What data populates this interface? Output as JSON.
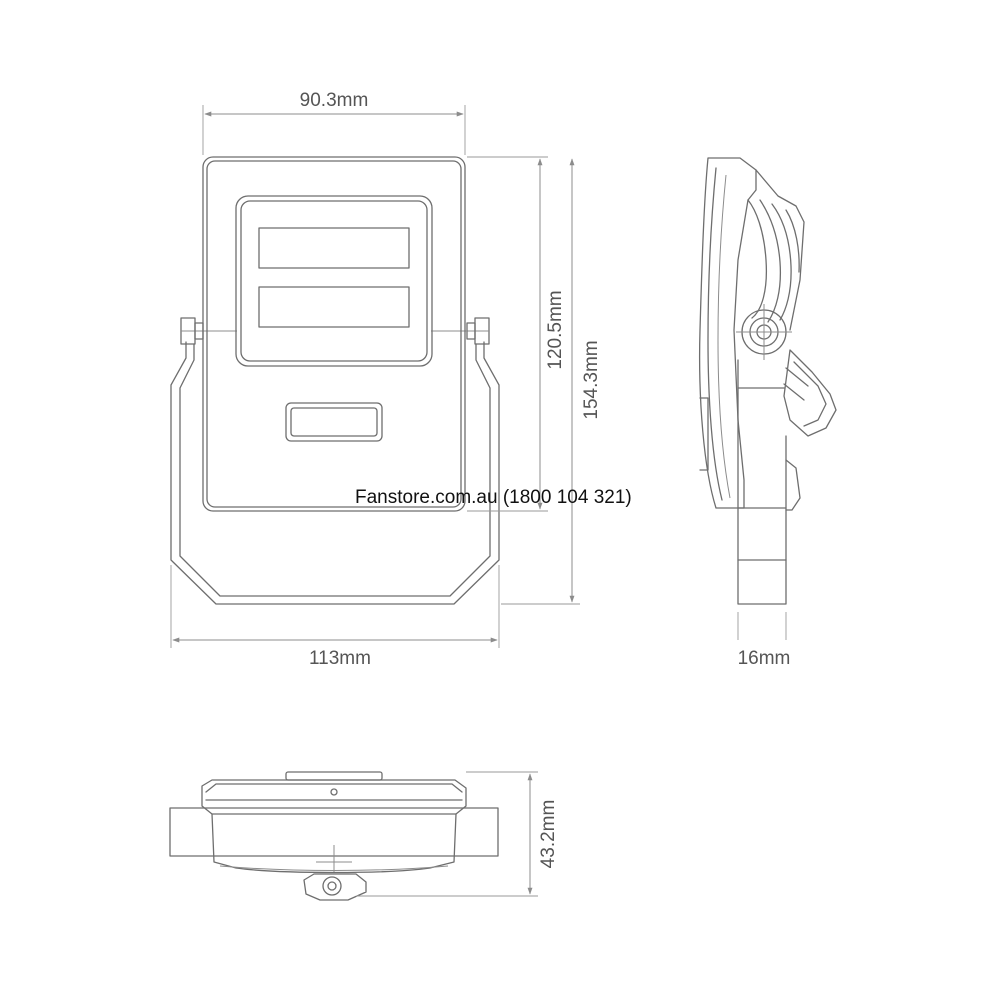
{
  "dimensions": {
    "front_width_top": "90.3mm",
    "front_width_bottom": "113mm",
    "front_height_body": "120.5mm",
    "front_height_total": "154.3mm",
    "side_depth": "16mm",
    "bottom_depth": "43.2mm"
  },
  "watermark": "Fanstore.com.au (1800 104 321)",
  "colors": {
    "line": "#6e6e6e",
    "dimension": "#8c8c8c",
    "text": "#555555"
  }
}
